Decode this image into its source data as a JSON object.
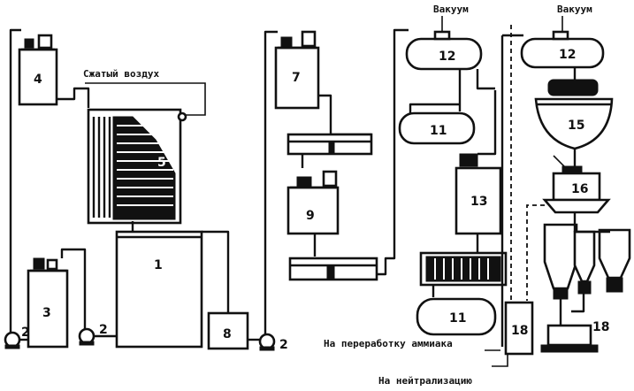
{
  "labels": {
    "air": "Сжатый воздух",
    "vacuum_left": "Вакуум",
    "vacuum_right": "Вакуум",
    "to_processing": "На переработку аммиака",
    "to_neutralization": "На нейтрализацию"
  },
  "units": {
    "u1": "1",
    "u2a": "2",
    "u2b": "2",
    "u2c": "2",
    "u3": "3",
    "u4": "4",
    "u5": "5",
    "u7": "7",
    "u8": "8",
    "u9": "9",
    "u11a": "11",
    "u11b": "11",
    "u12a": "12",
    "u12b": "12",
    "u13": "13",
    "u15": "15",
    "u16": "16",
    "u18": "18",
    "u19": "18"
  }
}
